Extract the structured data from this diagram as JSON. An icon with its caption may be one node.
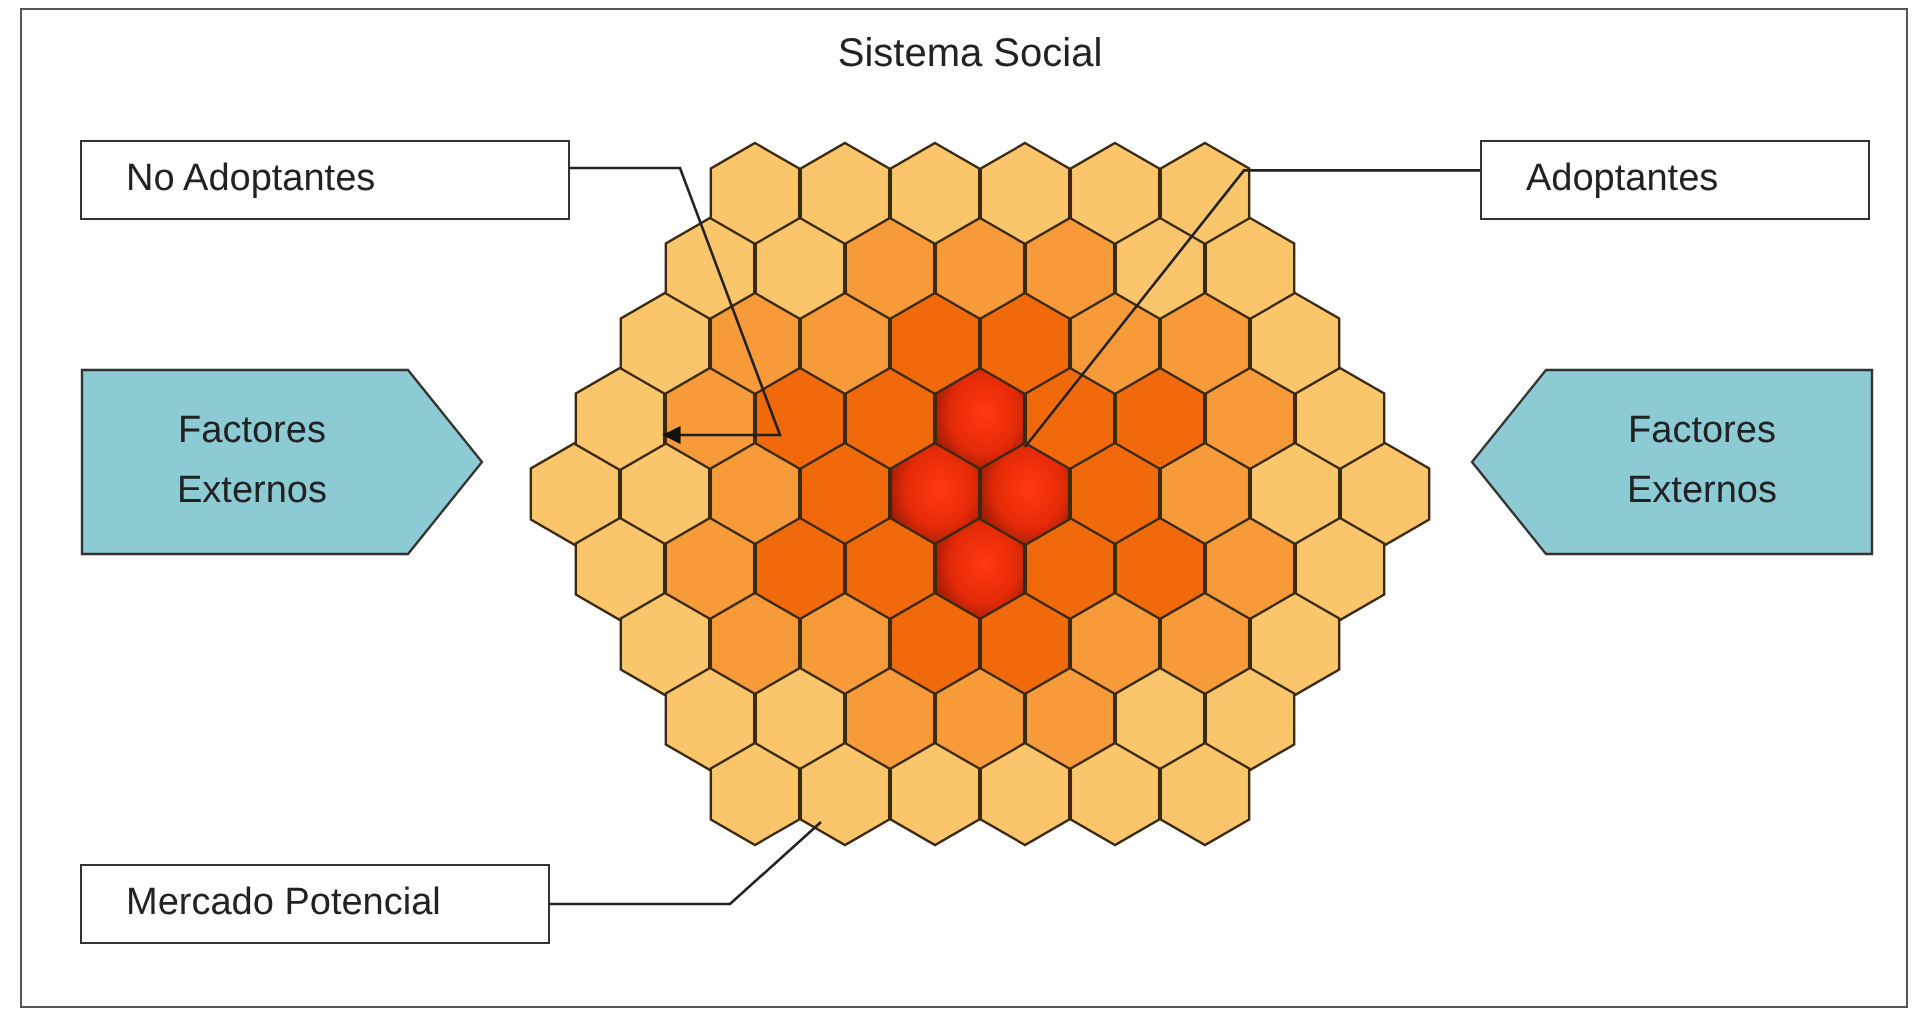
{
  "diagram": {
    "title": "Sistema Social",
    "nodes": [
      {
        "text": [
          "No Adoptantes"
        ]
      },
      {
        "text": [
          "Adoptantes"
        ]
      },
      {
        "text": [
          "Factores Externos"
        ]
      },
      {
        "text": [
          "Factores Externos"
        ]
      },
      {
        "text": [
          "Mercado Potencial"
        ]
      },
      {
        "text": [],
        "shape": "hexagon"
      },
      {
        "text": [],
        "shape": "hexagon"
      },
      {
        "text": [],
        "shape": "hexagon"
      }
    ],
    "edges": [
      {
        "from": 0,
        "to": 5,
        "arrow": "to"
      },
      {
        "from": 1,
        "to": 7,
        "arrow": "none"
      },
      {
        "from": 4,
        "to": 6,
        "arrow": "none"
      }
    ]
  }
}
